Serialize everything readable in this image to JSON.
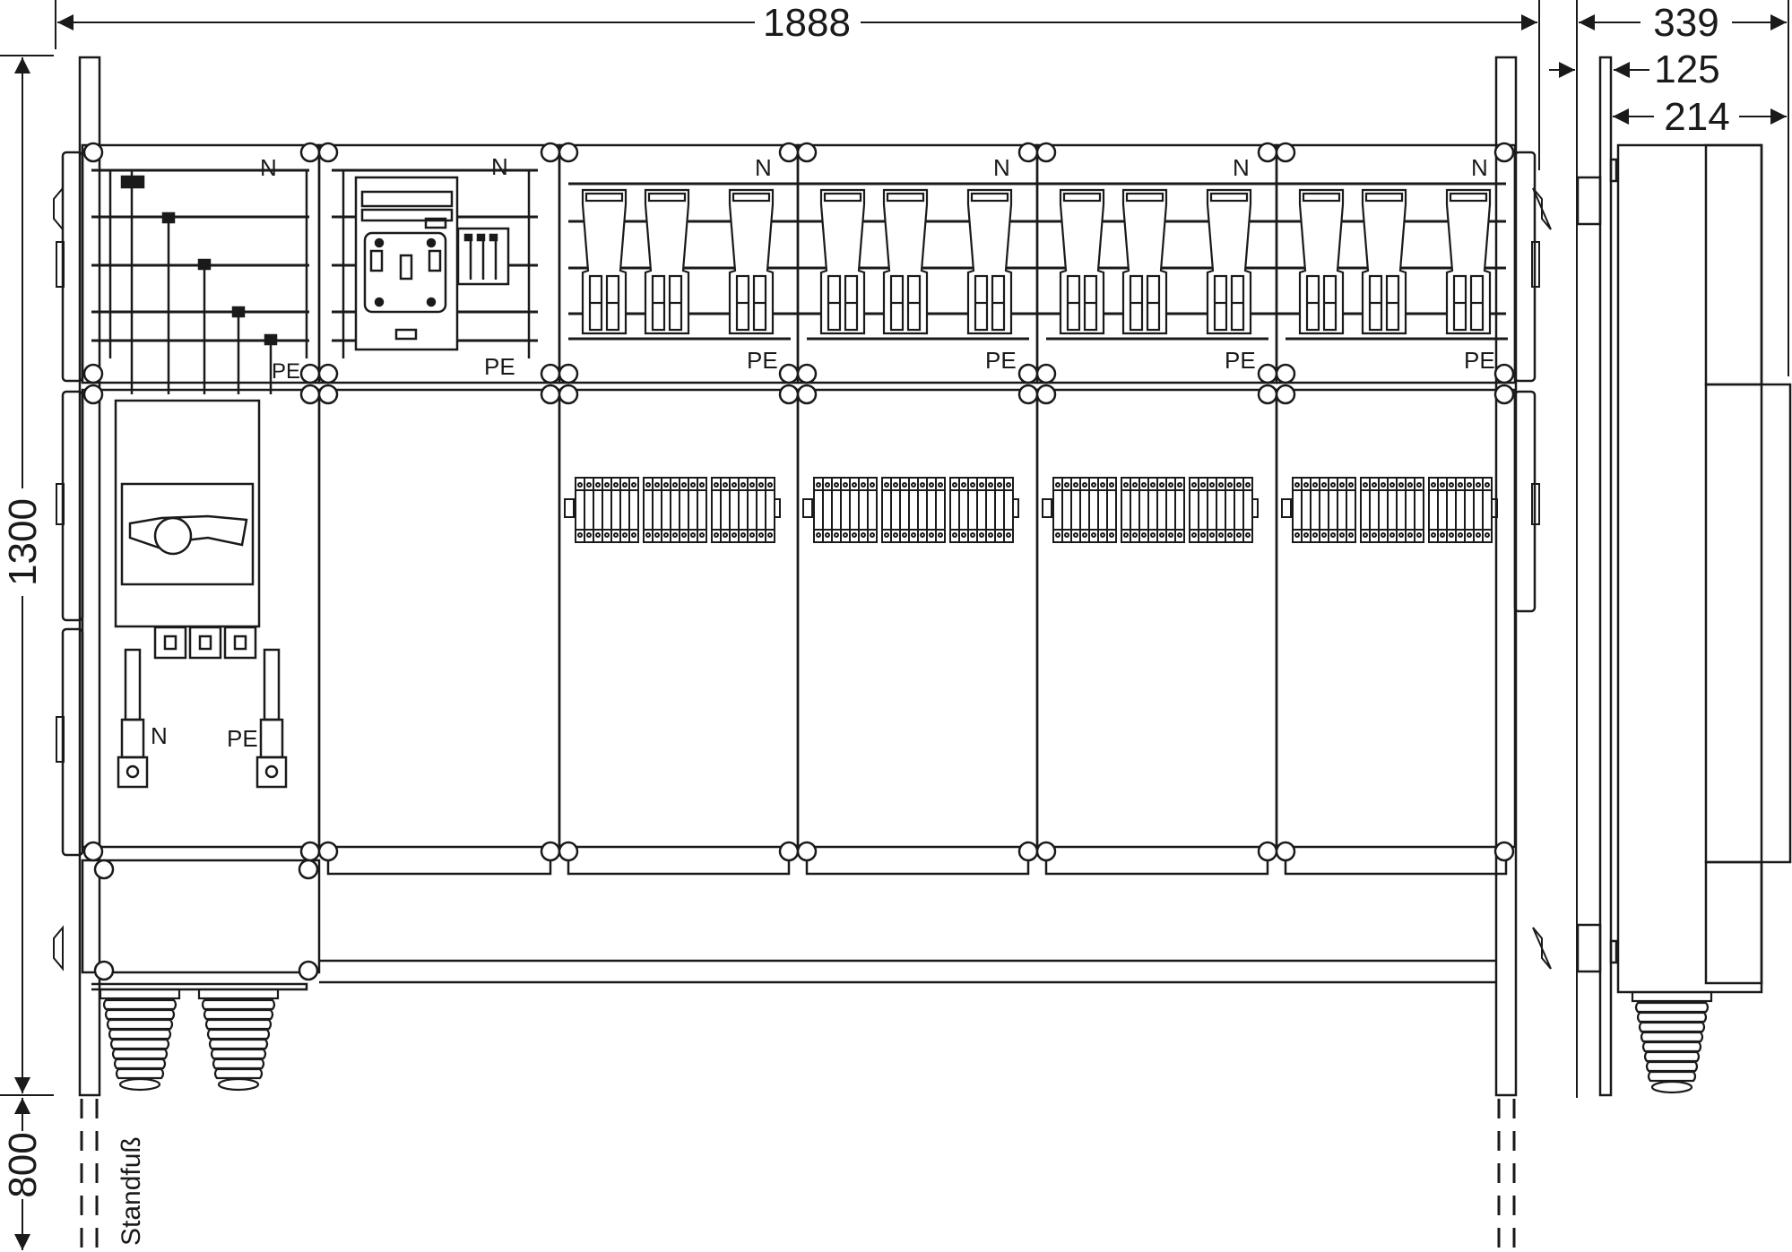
{
  "dimensions": {
    "width_total": "1888",
    "side_depth_total": "339",
    "side_depth_a": "125",
    "side_depth_b": "214",
    "height_total": "1300",
    "foot_height": "800"
  },
  "labels": {
    "neutral": "N",
    "protective_earth": "PE",
    "foot": "Standfuß"
  },
  "modules": {
    "top_row": [
      "busbar-panel",
      "fuse-switch-panel",
      "breaker-panel",
      "breaker-panel",
      "breaker-panel",
      "breaker-panel"
    ],
    "breakers_per_panel": 3,
    "terminal_groups_per_panel": 3
  },
  "colors": {
    "line": "#1a1a1a",
    "background": "#ffffff"
  }
}
